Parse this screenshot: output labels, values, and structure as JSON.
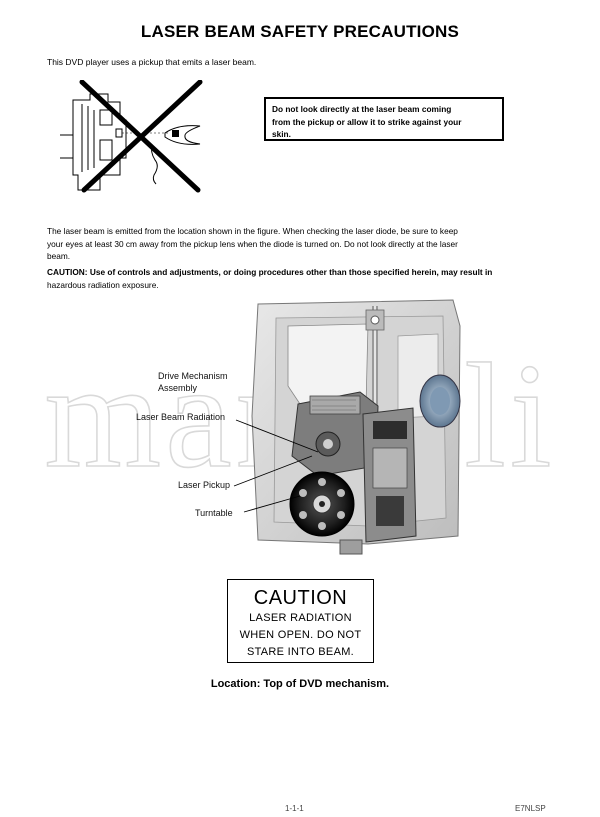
{
  "page": {
    "title": "LASER BEAM SAFETY PRECAUTIONS",
    "intro": "This DVD player uses a pickup that emits a laser beam.",
    "warning_box": {
      "lines": [
        "Do not look directly at the laser beam coming",
        "from the pickup or allow it to strike against your",
        "skin."
      ]
    },
    "body_lines": [
      "The laser beam is emitted from the location shown in the figure. When checking the laser diode, be sure to keep",
      "your eyes at least 30 cm away from the pickup lens when the diode is turned on. Do not look directly at the laser",
      "beam."
    ],
    "caution_note": {
      "prefix": "CAUTION: Use of controls and adjustments, or doing procedures other than those specified herein, may result in",
      "rest": "hazardous radiation exposure."
    },
    "figure_labels": {
      "drive_line1": "Drive Mechanism",
      "drive_line2": "Assembly",
      "laser_beam_radiation": "Laser Beam Radiation",
      "laser_pickup": "Laser Pickup",
      "turntable": "Turntable"
    },
    "caution_label": {
      "heading": "CAUTION",
      "lines": [
        "LASER RADIATION",
        "WHEN OPEN. DO NOT",
        "STARE INTO BEAM."
      ]
    },
    "location": "Location: Top of DVD mechanism.",
    "watermark": "manuali",
    "footer": {
      "left": "1-1-1",
      "right": "E7NLSP"
    }
  }
}
